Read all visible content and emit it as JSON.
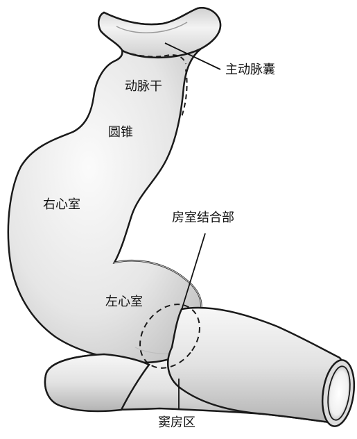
{
  "labels": {
    "aortic_sac": "主动脉囊",
    "truncus_arteriosus": "动脉干",
    "conus": "圆锥",
    "right_ventricle": "右心室",
    "atrioventricular_junction": "房室结合部",
    "left_ventricle": "左心室",
    "sinus_venosus": "窦房区"
  },
  "colors": {
    "outline": "#1a1a1a",
    "fill_light": "#f4f4f4",
    "fill_mid": "#dcdcdc",
    "fill_dark": "#b8b8b8",
    "text": "#111111"
  }
}
